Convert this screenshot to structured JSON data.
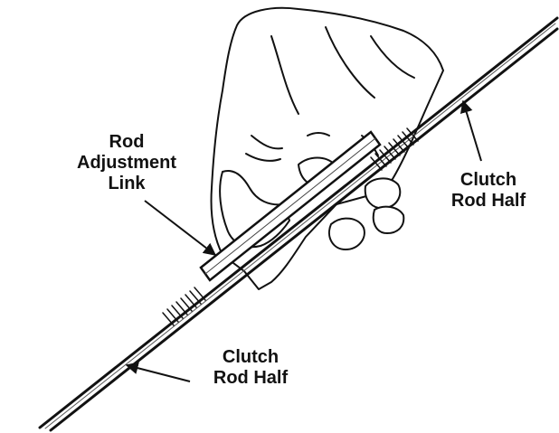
{
  "callouts": {
    "adjustment_link": {
      "line1": "Rod",
      "line2": "Adjustment",
      "line3": "Link"
    },
    "clutch_rod_upper": {
      "line1": "Clutch",
      "line2": "Rod Half"
    },
    "clutch_rod_lower": {
      "line1": "Clutch",
      "line2": "Rod Half"
    }
  },
  "colors": {
    "ink": "#111111",
    "paper": "#ffffff"
  },
  "icons": {
    "arrows": "arrow-icon"
  }
}
